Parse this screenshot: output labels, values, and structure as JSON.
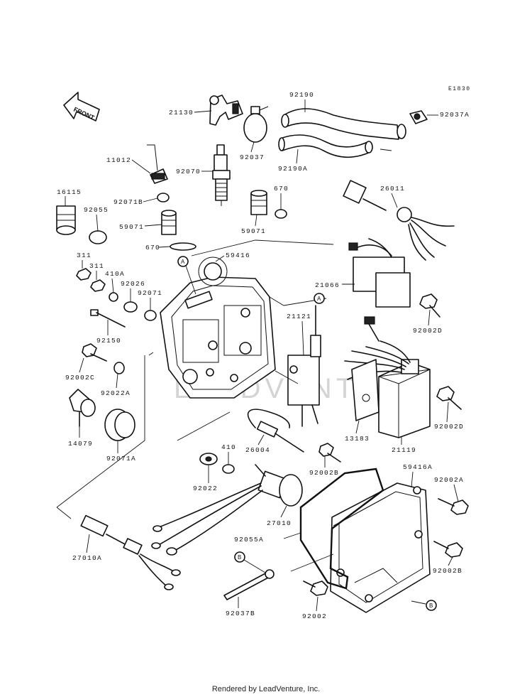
{
  "diagram_code": "E1830",
  "front_label": "FRONT",
  "watermark": "LEADVENTURE",
  "callout_a": "A",
  "callout_b": "B",
  "footer": "Rendered by LeadVenture, Inc.",
  "parts": {
    "p21130": "21130",
    "p92190": "92190",
    "p92037A": "92037A",
    "p92037": "92037",
    "p92190A": "92190A",
    "p11012": "11012",
    "p92070": "92070",
    "p16115": "16115",
    "p92055": "92055",
    "p92071B": "92071B",
    "p670a": "670",
    "p26011": "26011",
    "p59071a": "59071",
    "p59071b": "59071",
    "p670b": "670",
    "p311a": "311",
    "p311b": "311",
    "p59416": "59416",
    "p410A": "410A",
    "p92026": "92026",
    "p92071": "92071",
    "p21066": "21066",
    "p92002D_a": "92002D",
    "p92150": "92150",
    "p21121": "21121",
    "p92002C": "92002C",
    "p92022A": "92022A",
    "p13183": "13183",
    "p21119": "21119",
    "p92002D_b": "92002D",
    "p14079": "14079",
    "p92071A": "92071A",
    "p26004": "26004",
    "p410": "410",
    "p92022": "92022",
    "p92002B_a": "92002B",
    "p59416A": "59416A",
    "p92002A": "92002A",
    "p27010": "27010",
    "p92055A": "92055A",
    "p27010A": "27010A",
    "p92002B_b": "92002B",
    "p92037B": "92037B",
    "p92002": "92002"
  }
}
